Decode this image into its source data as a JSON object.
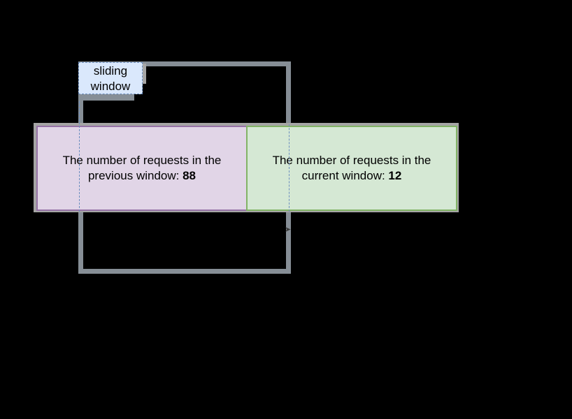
{
  "diagram": {
    "label": {
      "line1": "sliding",
      "line2": "window"
    },
    "previous_window": {
      "text_line1": "The number of requests in the",
      "text_line2": "previous window: ",
      "count": "88"
    },
    "current_window": {
      "text_line1": "The number of requests in the",
      "text_line2": "current window: ",
      "count": "12"
    }
  }
}
